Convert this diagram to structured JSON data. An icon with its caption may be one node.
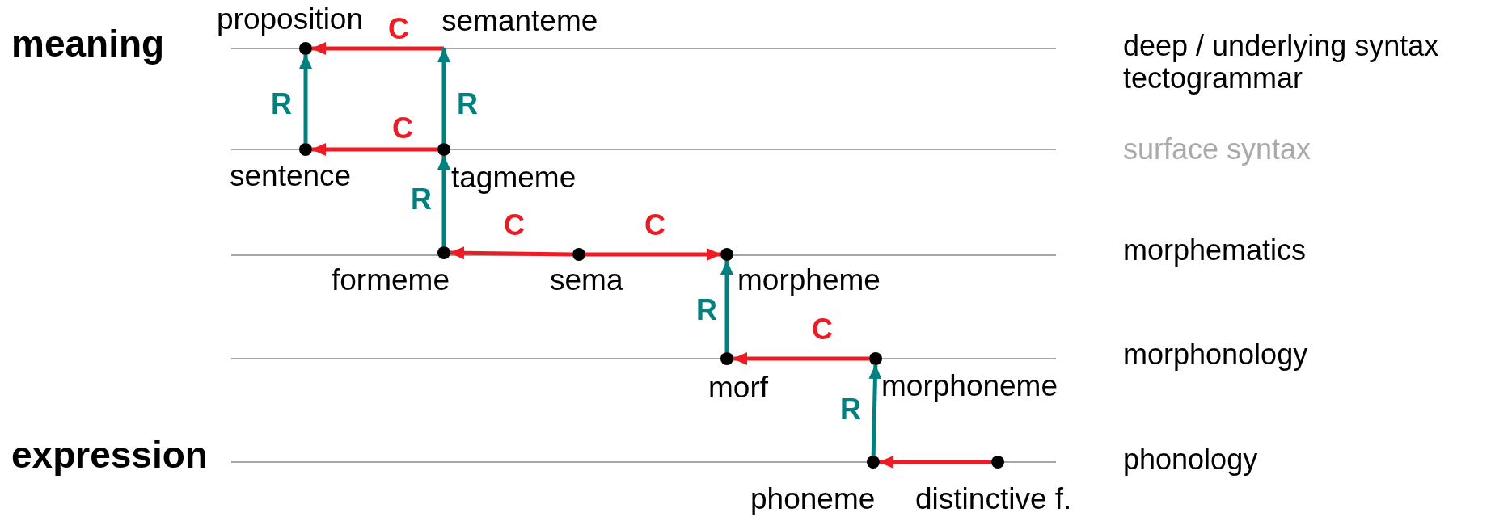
{
  "diagram": {
    "nodes": [
      {
        "text": [
          "proposition"
        ]
      },
      {
        "text": [
          "semanteme"
        ]
      },
      {
        "text": [
          "sentence"
        ]
      },
      {
        "text": [
          "tagmeme"
        ]
      },
      {
        "text": [
          "formeme"
        ]
      },
      {
        "text": [
          "sema"
        ]
      },
      {
        "text": [
          "morpheme"
        ]
      },
      {
        "text": [
          "morf"
        ]
      },
      {
        "text": [
          "morphoneme"
        ]
      },
      {
        "text": [
          "phoneme"
        ]
      },
      {
        "text": [
          "distinctive f."
        ]
      }
    ],
    "edges": [
      {
        "from": 1,
        "to": 0,
        "arrow": "to",
        "label": "C"
      },
      {
        "from": 2,
        "to": 0,
        "arrow": "to",
        "label": "R",
        "color": "#00807f"
      },
      {
        "from": 3,
        "to": 1,
        "arrow": "to",
        "label": "R",
        "color": "#00807f"
      },
      {
        "from": 3,
        "to": 2,
        "arrow": "to",
        "label": "C"
      },
      {
        "from": 4,
        "to": 3,
        "arrow": "to",
        "label": "R",
        "color": "#00807f"
      },
      {
        "from": 5,
        "to": 4,
        "arrow": "to",
        "label": "C"
      },
      {
        "from": 5,
        "to": 6,
        "arrow": "to",
        "label": "C"
      },
      {
        "from": 7,
        "to": 6,
        "arrow": "to",
        "label": "R",
        "color": "#00807f"
      },
      {
        "from": 8,
        "to": 7,
        "arrow": "to",
        "label": "C"
      },
      {
        "from": 9,
        "to": 8,
        "arrow": "to",
        "label": "R",
        "color": "#00807f"
      },
      {
        "from": 10,
        "to": 9,
        "arrow": "to"
      }
    ],
    "labels": [
      "meaning",
      "deep / underlying syntax",
      "tectogrammar",
      "surface syntax",
      "morphematics",
      "morphonology",
      "expression",
      "phonology"
    ]
  }
}
